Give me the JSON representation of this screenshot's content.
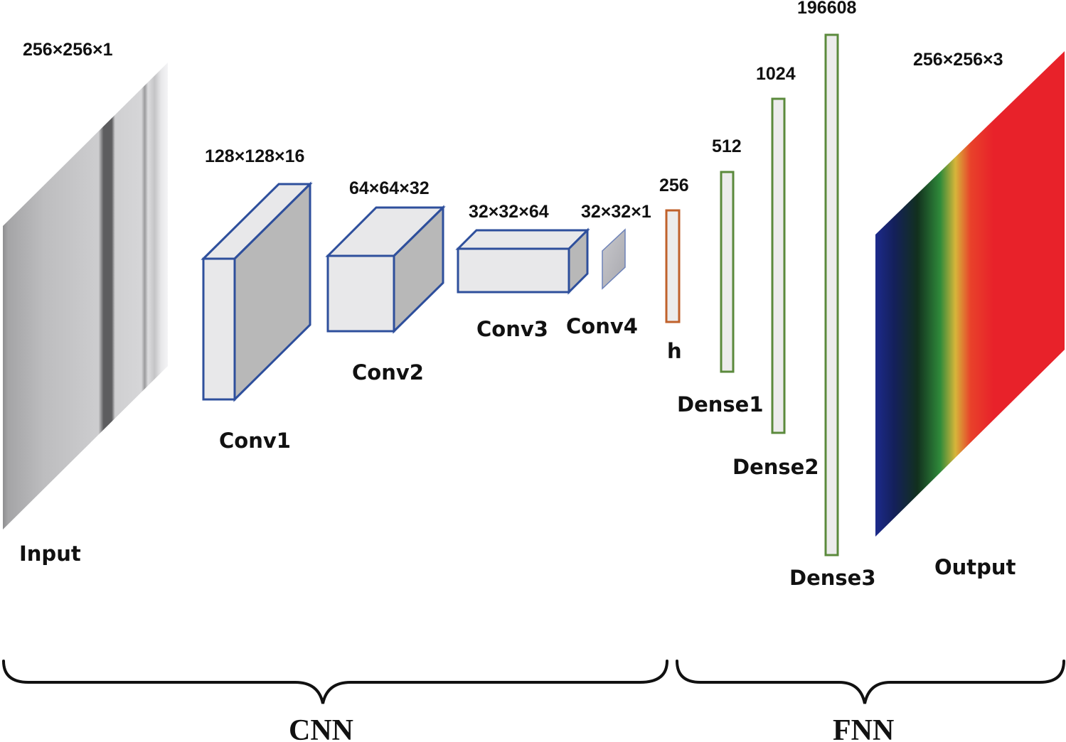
{
  "input": {
    "label": "Input",
    "dims": "256×256×1"
  },
  "conv1": {
    "label": "Conv1",
    "dims": "128×128×16"
  },
  "conv2": {
    "label": "Conv2",
    "dims": "64×64×32"
  },
  "conv3": {
    "label": "Conv3",
    "dims": "32×32×64"
  },
  "conv4": {
    "label": "Conv4",
    "dims": "32×32×1"
  },
  "h": {
    "label": "h",
    "size": "256"
  },
  "dense1": {
    "label": "Dense1",
    "size": "512"
  },
  "dense2": {
    "label": "Dense2",
    "size": "1024"
  },
  "dense3": {
    "label": "Dense3",
    "size": "196608"
  },
  "output": {
    "label": "Output",
    "dims": "256×256×3"
  },
  "sections": {
    "cnn": "CNN",
    "fnn": "FNN"
  },
  "colors": {
    "conv_stroke": "#2e4f9c",
    "conv_front": "#e8e8ea",
    "conv_side": "#b8b8b8",
    "h_stroke": "#c0612b",
    "dense_stroke": "#5b8a3c",
    "dense_fill": "#ececec",
    "output_blue": "#1c2a8c",
    "output_green": "#2f8a3a",
    "output_red": "#e8222a"
  }
}
